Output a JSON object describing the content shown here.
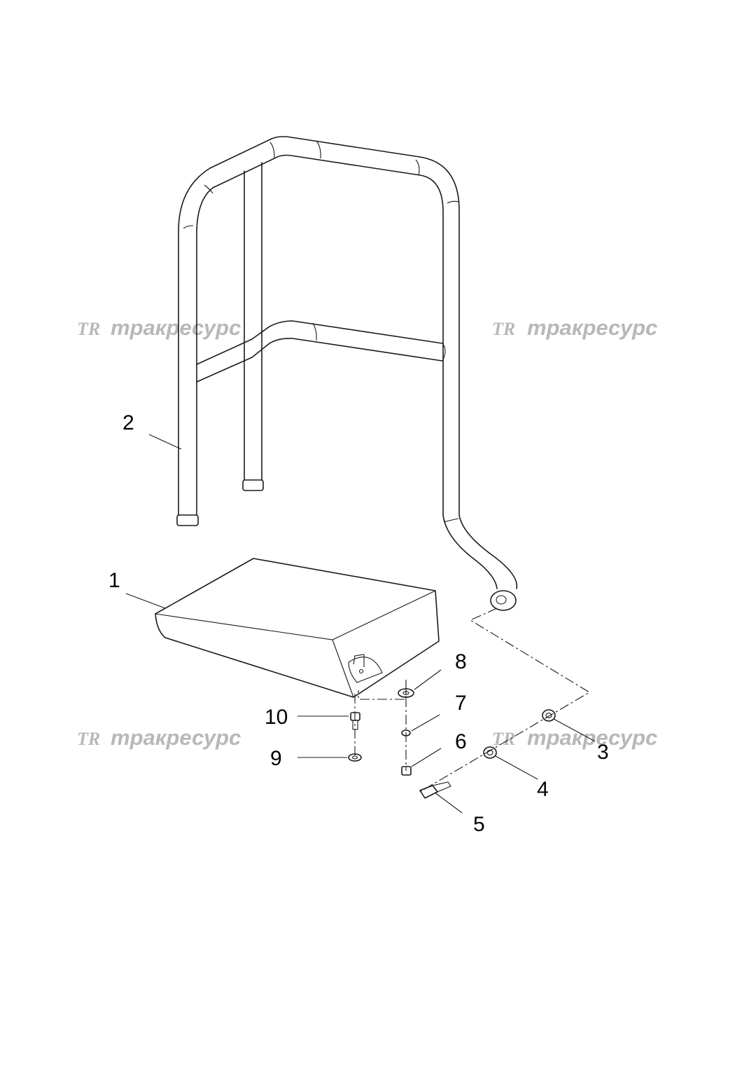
{
  "watermark": {
    "logo": "TR",
    "text": "тракресурс"
  },
  "callouts": [
    {
      "num": "1"
    },
    {
      "num": "2"
    },
    {
      "num": "3"
    },
    {
      "num": "4"
    },
    {
      "num": "5"
    },
    {
      "num": "6"
    },
    {
      "num": "7"
    },
    {
      "num": "8"
    },
    {
      "num": "9"
    },
    {
      "num": "10"
    }
  ]
}
